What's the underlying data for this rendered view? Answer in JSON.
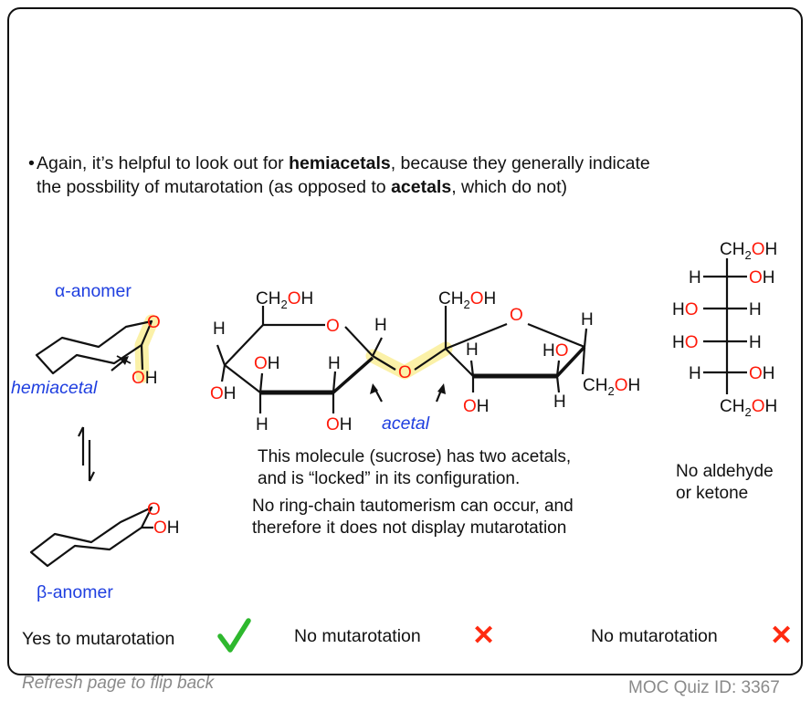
{
  "intro": {
    "bullet": "•",
    "line1_a": "Again, it’s helpful to look out for ",
    "line1_b": "hemiacetals",
    "line1_c": ", because they generally indicate",
    "line2_a": "the possbility of mutarotation (as opposed to ",
    "line2_b": "acetals",
    "line2_c": ", which do not)"
  },
  "left_panel": {
    "alpha_label": "α-anomer",
    "hemiacetal_label": "hemiacetal",
    "beta_label": "β-anomer",
    "verdict": "Yes to mutarotation",
    "verdict_icon": "checkmark-icon"
  },
  "middle_panel": {
    "acetal_label": "acetal",
    "caption1_line1": "This molecule (sucrose) has two acetals,",
    "caption1_line2": "and is “locked” in its configuration.",
    "caption2_line1": "No ring-chain tautomerism can occur, and",
    "caption2_line2": "therefore it does not display mutarotation",
    "verdict": "No mutarotation",
    "verdict_icon": "cross-icon"
  },
  "right_panel": {
    "caption_line1": "No aldehyde",
    "caption_line2": "or ketone",
    "verdict": "No mutarotation",
    "verdict_icon": "cross-icon"
  },
  "atoms": {
    "O": "O",
    "H": "H",
    "OH": "OH",
    "HO": "HO",
    "CH2": "CH",
    "sub2": "2"
  },
  "footer": {
    "refresh": "Refresh page to flip back",
    "quiz_id": "MOC Quiz ID: 3367"
  },
  "colors": {
    "oxygen": "#ff1a0a",
    "label_blue": "#1f3fe0",
    "check_green": "#2eb82e",
    "cross_red": "#ff2a10",
    "highlight": "#fbf1a8"
  }
}
